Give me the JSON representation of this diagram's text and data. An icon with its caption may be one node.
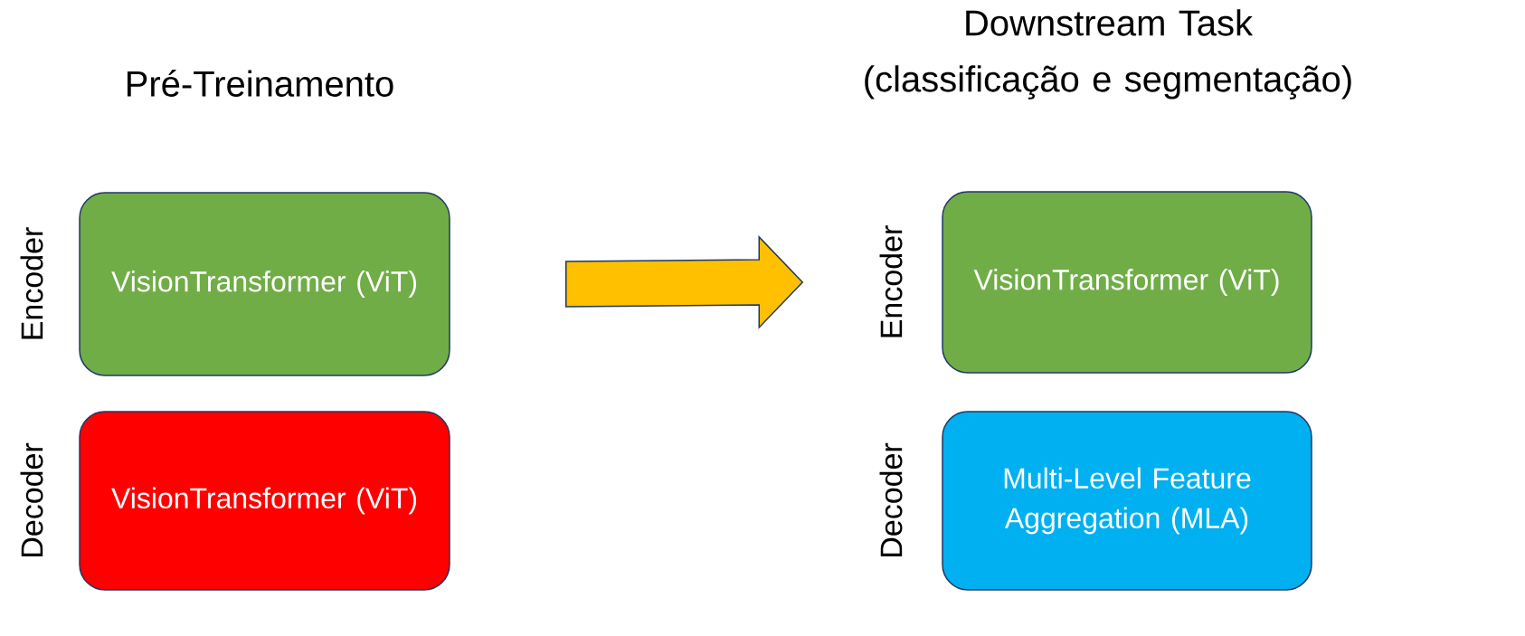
{
  "diagram": {
    "nodes": [
      {
        "text": [
          "VisionTransformer (ViT)"
        ],
        "beside": [
          "Encoder"
        ]
      },
      {
        "text": [
          "VisionTransformer (ViT)"
        ],
        "beside": [
          "Decoder"
        ]
      },
      {
        "text": [
          "VisionTransformer (ViT)"
        ],
        "beside": [
          "Encoder"
        ]
      },
      {
        "text": [
          "Multi-Level Feature Aggregation (MLA)"
        ],
        "beside": [
          "Decoder"
        ]
      }
    ],
    "edges": [
      {
        "from": 0,
        "to": 2,
        "arrow": "to"
      }
    ],
    "labels": [
      "Pré-Treinamento",
      "Downstream Task (classificação e segmentação)"
    ]
  }
}
